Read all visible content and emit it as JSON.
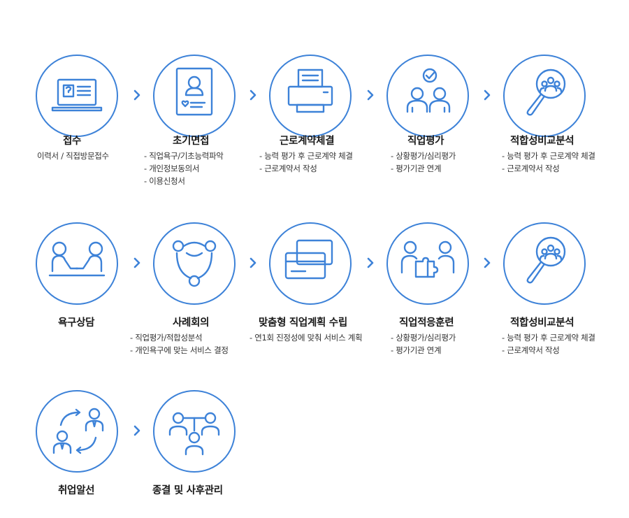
{
  "colors": {
    "accent": "#3d82d8"
  },
  "steps": [
    {
      "title": "접수",
      "icon": "laptop-icon",
      "desc": [
        "이력서 / 직접방문접수"
      ]
    },
    {
      "title": "초기면접",
      "icon": "profile-card-icon",
      "desc": [
        "- 직업욕구/기초능력파악",
        "- 개인정보동의서",
        "- 이용신청서"
      ]
    },
    {
      "title": "근로계약체결",
      "icon": "printer-icon",
      "desc": [
        "- 능력 평가 후 근로계약 체결",
        "- 근로계약서 작성"
      ]
    },
    {
      "title": "직업평가",
      "icon": "evaluation-icon",
      "desc": [
        "- 상황평가/심리평가",
        "- 평가기관 연계"
      ]
    },
    {
      "title": "적합성비교분석",
      "icon": "magnifier-people-icon",
      "desc": [
        "- 능력 평가 후 근로계약 체결",
        "- 근로계약서 작성"
      ]
    },
    {
      "title": "욕구상담",
      "icon": "counseling-icon",
      "desc": []
    },
    {
      "title": "사례회의",
      "icon": "meeting-icon",
      "desc": [
        "- 직업평가/적합성분석",
        "- 개인욕구에 맞는 서비스 결정"
      ]
    },
    {
      "title": "맞춤형 직업계획 수립",
      "icon": "cards-icon",
      "desc": [
        "- 연1회 진정성에 맞춰 서비스 계획"
      ]
    },
    {
      "title": "직업적응훈련",
      "icon": "puzzle-people-icon",
      "desc": [
        "- 상황평가/심리평가",
        "- 평가기관 연계"
      ]
    },
    {
      "title": "적합성비교분석",
      "icon": "magnifier-people-icon",
      "desc": [
        "- 능력 평가 후 근로계약 체결",
        "- 근로계약서 작성"
      ]
    },
    {
      "title": "취업알선",
      "icon": "job-matching-icon",
      "desc": []
    },
    {
      "title": "종결 및 사후관리",
      "icon": "team-network-icon",
      "desc": []
    }
  ]
}
